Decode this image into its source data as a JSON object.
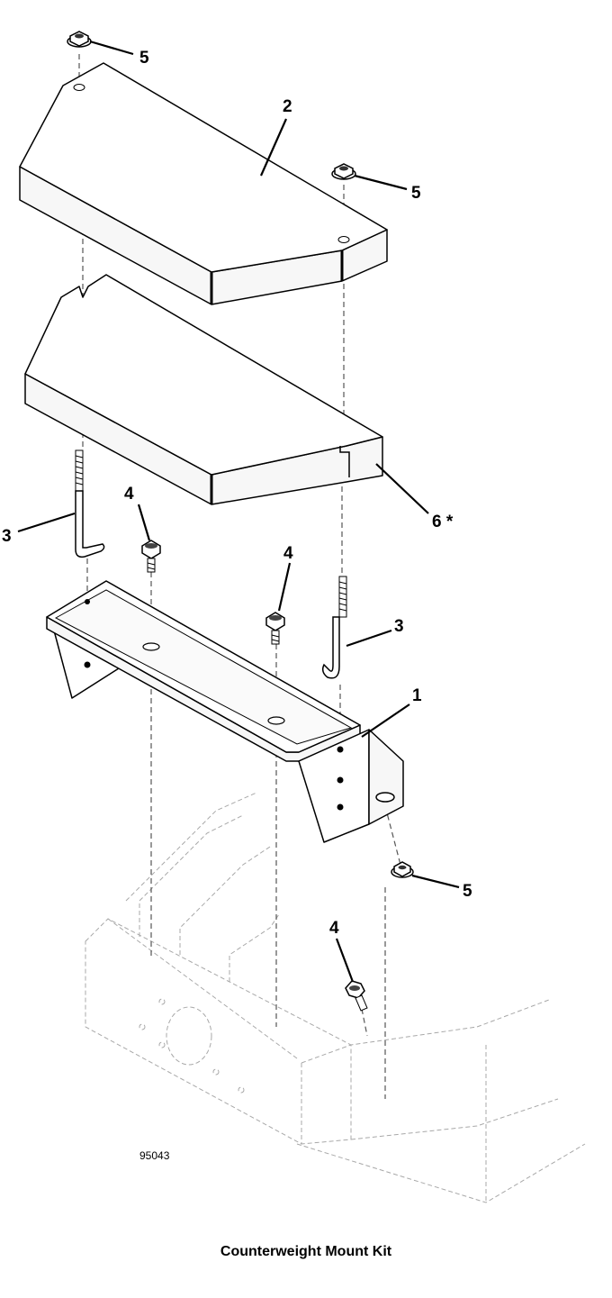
{
  "caption": "Counterweight Mount Kit",
  "drawing_number": "95043",
  "callouts": {
    "c1": "1",
    "c2": "2",
    "c3a": "3",
    "c3b": "3",
    "c4a": "4",
    "c4b": "4",
    "c4c": "4",
    "c5a": "5",
    "c5b": "5",
    "c5c": "5",
    "c6": "6 *"
  }
}
